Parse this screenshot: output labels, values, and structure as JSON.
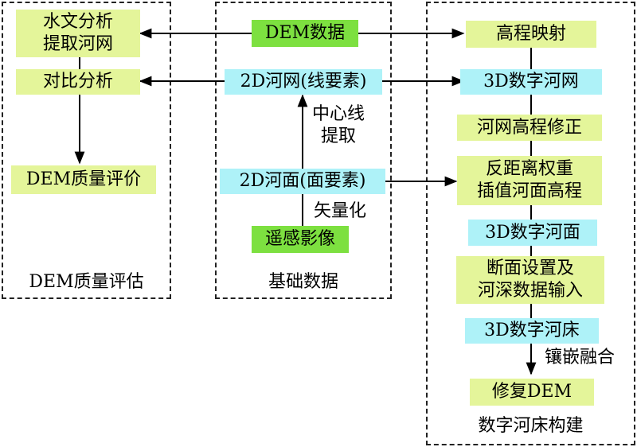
{
  "panels": {
    "left": "DEM质量评估",
    "middle": "基础数据",
    "right": "数字河床构建"
  },
  "nodes": {
    "water_extract": "水文分析\n提取河网",
    "compare": "对比分析",
    "dem_quality": "DEM质量评价",
    "dem_data": "DEM数据",
    "river_net_2d": "2D河网(线要素)",
    "river_surface_2d": "2D河面(面要素)",
    "remote_sensing": "遥感影像",
    "elev_map": "高程映射",
    "river_net_3d": "3D数字河网",
    "net_elev_fix": "河网高程修正",
    "idw": "反距离权重\n插值河面高程",
    "surface_3d": "3D数字河面",
    "section": "断面设置及\n河深数据输入",
    "bed_3d": "3D数字河床",
    "fixed_dem": "修复DEM"
  },
  "edge_labels": {
    "centerline": "中心线\n提取",
    "vectorize": "矢量化",
    "mosaic": "镶嵌融合"
  }
}
